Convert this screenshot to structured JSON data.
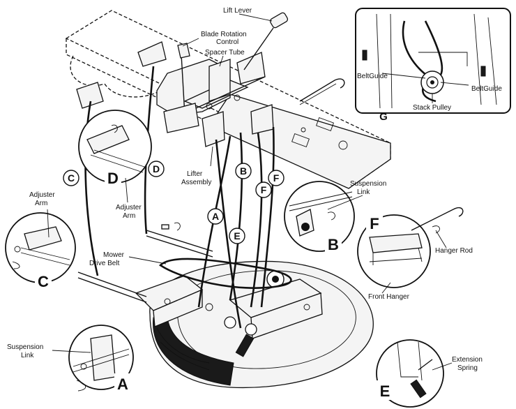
{
  "labels": {
    "lift_lever": "Lift Lever",
    "blade_rotation_1": "Blade Rotation",
    "blade_rotation_2": "Control",
    "spacer_tube": "Spacer Tube",
    "lifter_1": "Lifter",
    "lifter_2": "Assembly",
    "adjuster_arm_top_1": "Adjuster",
    "adjuster_arm_top_2": "Arm",
    "adjuster_arm_d_1": "Adjuster",
    "adjuster_arm_d_2": "Arm",
    "suspension_link_b_1": "Suspension",
    "suspension_link_b_2": "Link",
    "suspension_link_a_1": "Suspension",
    "suspension_link_a_2": "Link",
    "mower_drive_belt_1": "Mower",
    "mower_drive_belt_2": "Drive Belt",
    "hanger_rod": "Hanger Rod",
    "front_hanger": "Front Hanger",
    "extension_spring_1": "Extension",
    "extension_spring_2": "Spring",
    "belt_guide_left": "BeltGuide",
    "belt_guide_right": "BeltGuide",
    "stack_pulley": "Stack Pulley"
  },
  "callouts": {
    "A": "A",
    "B": "B",
    "C": "C",
    "D": "D",
    "E": "E",
    "F": "F",
    "G": "G"
  }
}
